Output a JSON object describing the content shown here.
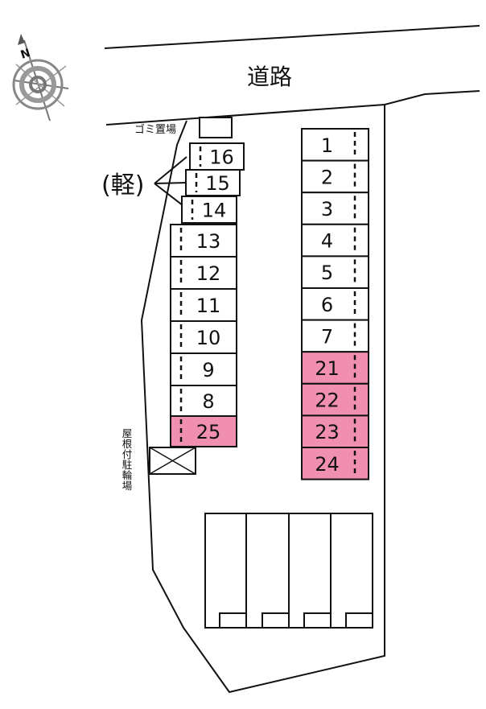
{
  "road": {
    "label": "道路"
  },
  "garbage": {
    "label": "ゴミ置場"
  },
  "kei": {
    "label": "(軽)"
  },
  "bike": {
    "label": "屋根付駐輪場"
  },
  "compass": {
    "letter": "N",
    "icon": "compass-rose-icon"
  },
  "left_spaces": [
    "16",
    "15",
    "14",
    "13",
    "12",
    "11",
    "10",
    "9",
    "8",
    "25"
  ],
  "right_spaces": [
    "1",
    "2",
    "3",
    "4",
    "5",
    "6",
    "7",
    "21",
    "22",
    "23",
    "24"
  ],
  "colors": {
    "highlight": "#f08fb0",
    "stroke": "#111111",
    "gray": "#8a8a8a"
  }
}
